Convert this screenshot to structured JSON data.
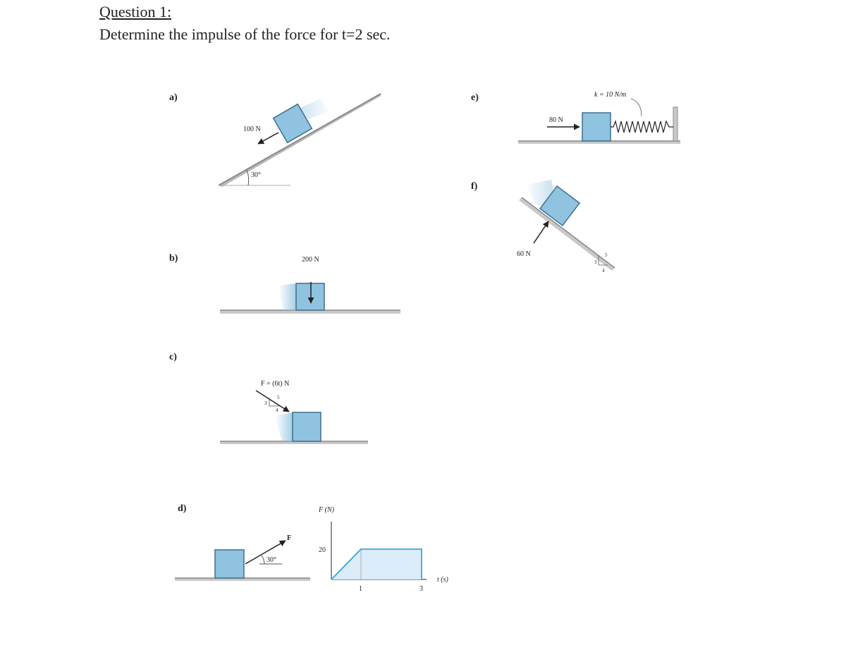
{
  "question": {
    "title": "Question 1:",
    "text": "Determine the impulse of the force for t=2 sec."
  },
  "figures": {
    "a": {
      "label": "a)",
      "force": "100 N",
      "angle": "30°"
    },
    "b": {
      "label": "b)",
      "force": "200 N"
    },
    "c": {
      "label": "c)",
      "force": "F = (6t) N",
      "tri_3": "3",
      "tri_4": "4",
      "tri_5": "5"
    },
    "d": {
      "label": "d)",
      "force": "F",
      "angle": "30°",
      "graph_ylabel": "F (N)",
      "graph_yval": "20",
      "graph_x1": "1",
      "graph_x3": "3",
      "graph_xlabel": "t (s)"
    },
    "e": {
      "label": "e)",
      "force": "80 N",
      "spring": "k = 10 N/m"
    },
    "f": {
      "label": "f)",
      "force": "60 N",
      "tri_3": "3",
      "tri_4": "4",
      "tri_5": "5"
    }
  },
  "colors": {
    "block": "#8fc3e0",
    "block_edge": "#3f6f8e",
    "ground": "#9a9a9a",
    "graph_fill": "#dcecf8",
    "graph_line": "#3aa7d8"
  }
}
